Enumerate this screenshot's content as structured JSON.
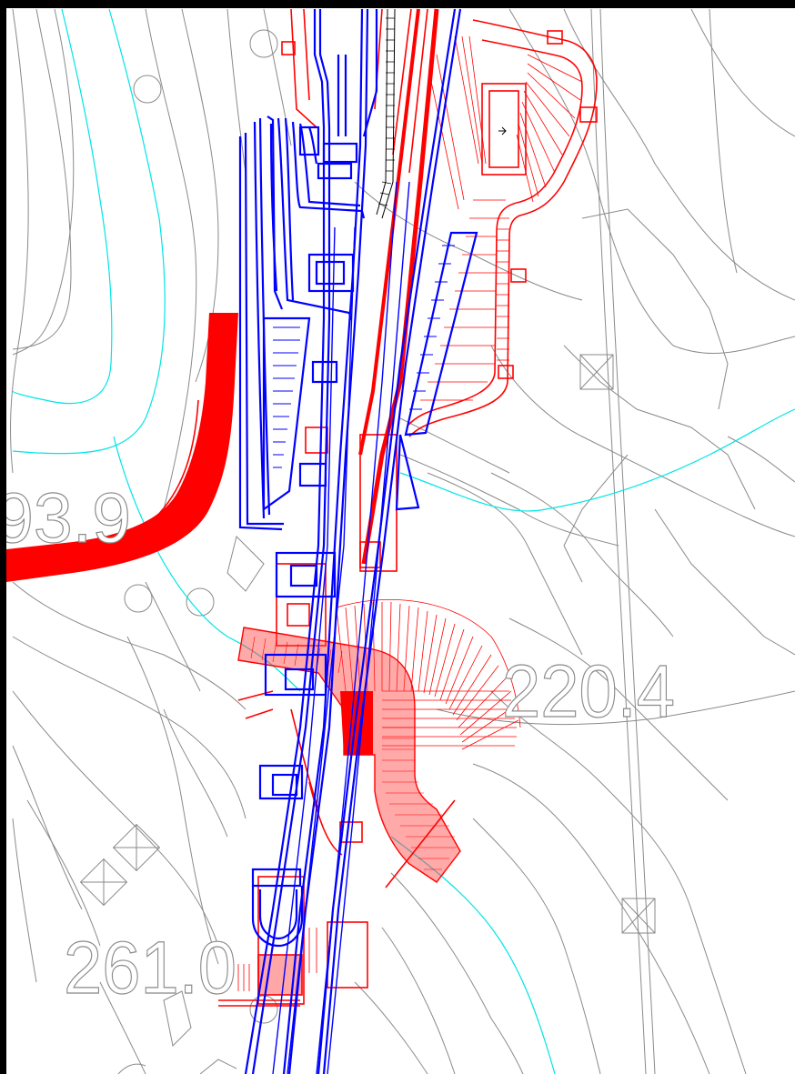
{
  "elevation_labels": {
    "left_mid": "93.9",
    "right_mid": "220.4",
    "left_bottom": "261.0"
  },
  "colors": {
    "contour": "#8a8a8a",
    "water_line": "#00e5e5",
    "design_red": "#ff0000",
    "design_blue": "#0000ff",
    "frame": "#000000",
    "background": "#ffffff"
  }
}
